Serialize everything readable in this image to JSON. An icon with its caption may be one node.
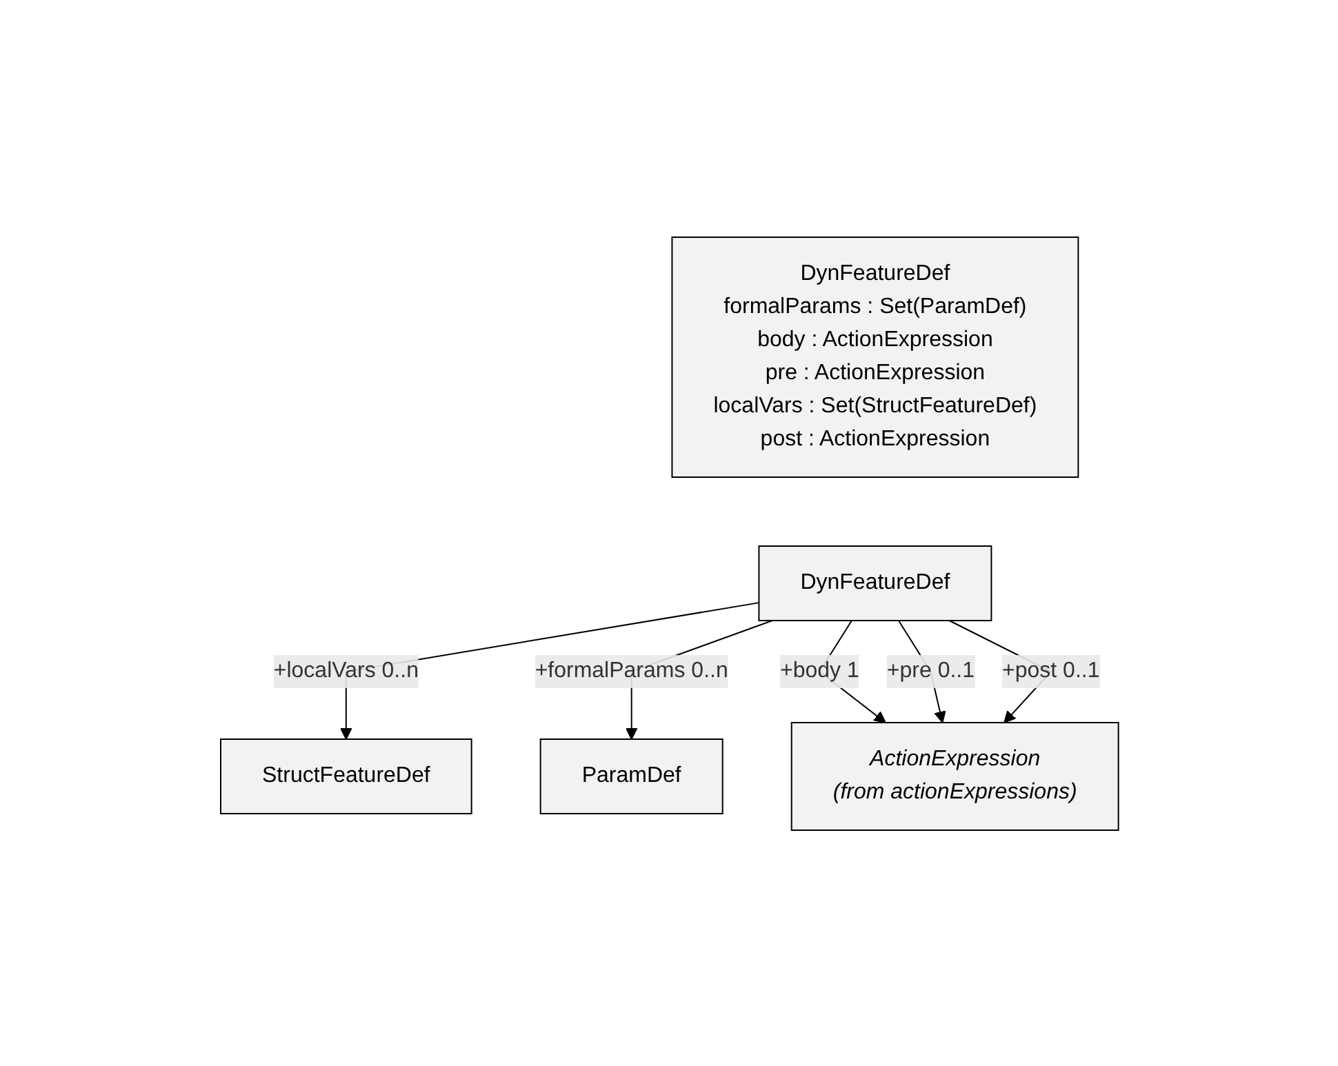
{
  "diagram": {
    "nodes": [
      {
        "text": [
          "DynFeatureDef",
          "formalParams : Set(ParamDef)",
          "body : ActionExpression",
          "pre : ActionExpression",
          "localVars : Set(StructFeatureDef)",
          "post : ActionExpression"
        ]
      },
      {
        "text": [
          "StructFeatureDef"
        ]
      },
      {
        "text": [
          "DynFeatureDef"
        ]
      },
      {
        "text": [
          "ParamDef"
        ]
      },
      {
        "text": [
          "ActionExpression",
          "(from actionExpressions)"
        ]
      }
    ],
    "edges": [
      {
        "from": 2,
        "to": 1,
        "arrow": "to",
        "label": "+localVars 0..n"
      },
      {
        "from": 2,
        "to": 3,
        "arrow": "to",
        "label": "+formalParams 0..n"
      },
      {
        "from": 2,
        "to": 4,
        "arrow": "to",
        "label": "+body 1"
      },
      {
        "from": 2,
        "to": 4,
        "arrow": "to",
        "label": "+pre 0..1"
      },
      {
        "from": 2,
        "to": 4,
        "arrow": "to",
        "label": "+post 0..1"
      }
    ]
  }
}
